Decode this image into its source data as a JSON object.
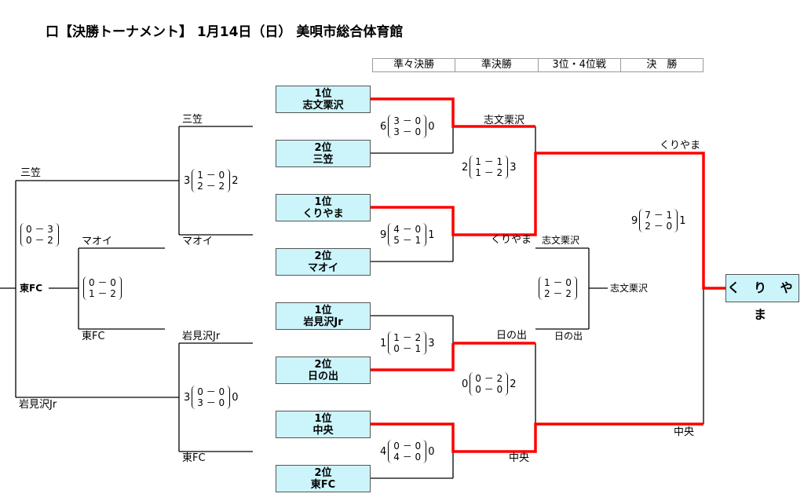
{
  "title": "口【決勝トーナメント】 1月14日（日） 美唄市総合体育館",
  "rounds": [
    "準々決勝",
    "準決勝",
    "3位・4位戦",
    "決　勝"
  ],
  "seeds": [
    {
      "rank": "1位",
      "team": "志文栗沢"
    },
    {
      "rank": "2位",
      "team": "三笠"
    },
    {
      "rank": "1位",
      "team": "くりやま"
    },
    {
      "rank": "2位",
      "team": "マオイ"
    },
    {
      "rank": "1位",
      "team": "岩見沢Jr"
    },
    {
      "rank": "2位",
      "team": "日の出"
    },
    {
      "rank": "1位",
      "team": "中央"
    },
    {
      "rank": "2位",
      "team": "東FC"
    }
  ],
  "left_bracket": {
    "outer_top": "三笠",
    "outer_bottom": "岩見沢Jr",
    "center": "東FC",
    "upper_top": "三笠",
    "upper_bottom": "マオイ",
    "lower_top": "岩見沢Jr",
    "lower_bottom": "東FC",
    "sub_top": "マオイ",
    "sub_bottom": "東FC"
  },
  "winners": {
    "qf1": "志文栗沢",
    "qf2": "くりやま",
    "qf3": "日の出",
    "qf4": "中央",
    "sf1": "くりやま",
    "sf2": "中央",
    "third_top": "志文栗沢",
    "third_bottom": "日の出",
    "third_winner": "志文栗沢",
    "champion": "く り や ま"
  },
  "scores": {
    "qf1": {
      "left": "6",
      "p1": "3 － 0",
      "p2": "3 － 0",
      "right": "0"
    },
    "qf2": {
      "left": "9",
      "p1": "4 － 0",
      "p2": "5 － 1",
      "right": "1"
    },
    "qf3": {
      "left": "1",
      "p1": "1 － 2",
      "p2": "0 － 1",
      "right": "3"
    },
    "qf4": {
      "left": "4",
      "p1": "0 － 0",
      "p2": "4 － 0",
      "right": "0"
    },
    "sf1": {
      "left": "2",
      "p1": "1 － 1",
      "p2": "1 － 2",
      "right": "3"
    },
    "sf2": {
      "left": "0",
      "p1": "0 － 2",
      "p2": "0 － 0",
      "right": "2"
    },
    "third": {
      "left": "",
      "p1": "1 － 0",
      "p2": "2 － 2",
      "right": ""
    },
    "final": {
      "left": "9",
      "p1": "7 － 1",
      "p2": "2 － 0",
      "right": "1"
    },
    "left_upper": {
      "left": "3",
      "p1": "1 － 0",
      "p2": "2 － 2",
      "right": "2"
    },
    "left_lower": {
      "left": "3",
      "p1": "0 － 0",
      "p2": "3 － 0",
      "right": "0"
    },
    "left_outer": {
      "left": "",
      "p1": "0 － 3",
      "p2": "0 － 2",
      "right": ""
    },
    "left_sub": {
      "left": "",
      "p1": "0 － 0",
      "p2": "1 － 2",
      "right": ""
    }
  },
  "colors": {
    "winner_line": "#ff0000",
    "line": "#000000",
    "box_fill": "#ccf4fb"
  }
}
